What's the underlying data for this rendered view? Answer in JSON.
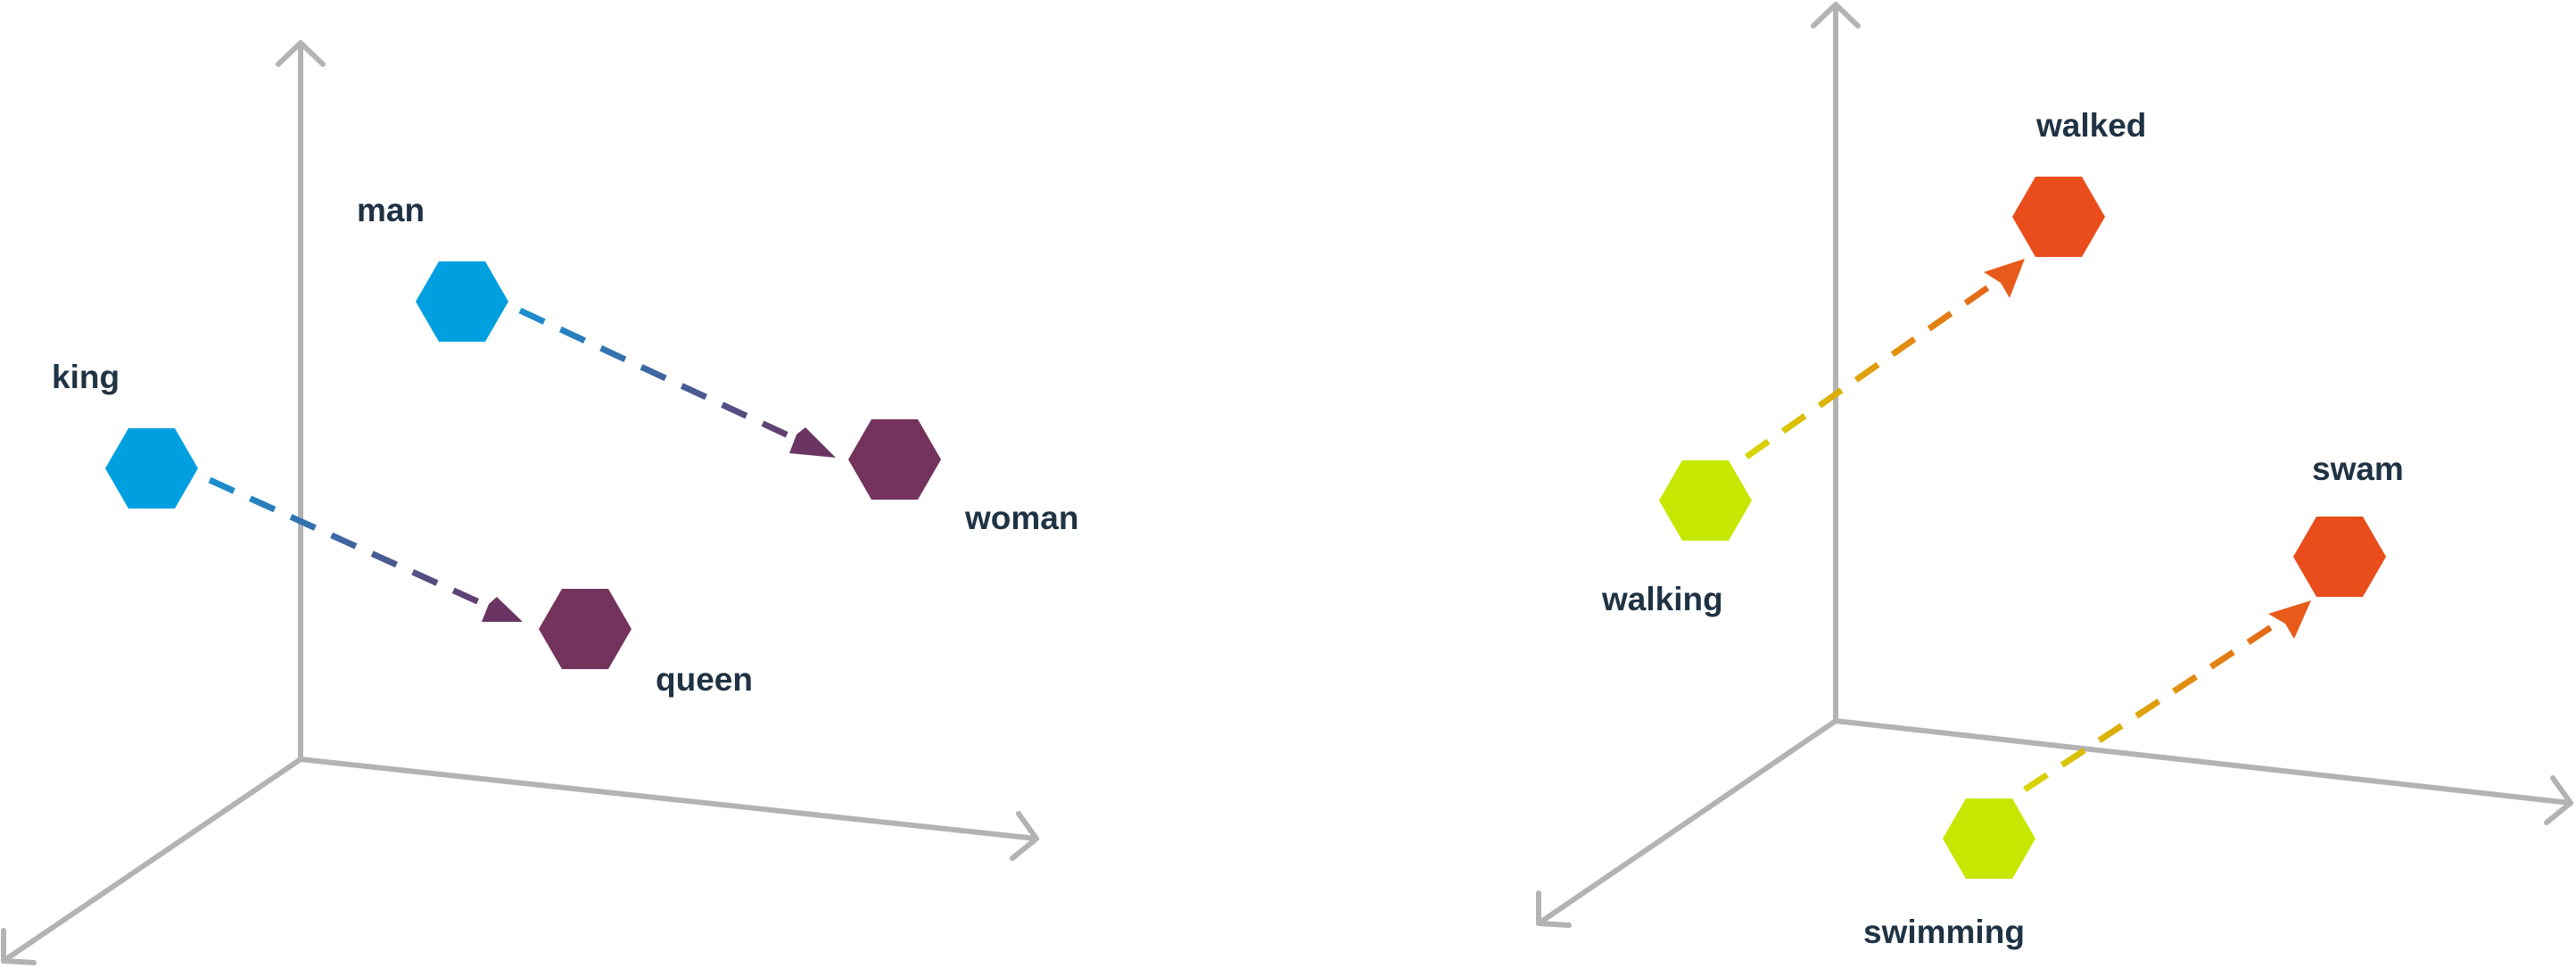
{
  "colors": {
    "axis": "#b3b3b3",
    "text": "#1f3344",
    "blue": "#00a0e0",
    "purple": "#74335c",
    "lime": "#c6e700",
    "orange": "#e84d1b"
  },
  "panels": [
    {
      "id": "gender",
      "pairs": [
        {
          "from": {
            "label": "king",
            "color": "#00a0e0"
          },
          "to": {
            "label": "queen",
            "color": "#74335c"
          },
          "arrow_gradient": [
            "#1b8fd1",
            "#6a3563"
          ]
        },
        {
          "from": {
            "label": "man",
            "color": "#00a0e0"
          },
          "to": {
            "label": "woman",
            "color": "#74335c"
          },
          "arrow_gradient": [
            "#1b8fd1",
            "#6a3563"
          ]
        }
      ]
    },
    {
      "id": "tense",
      "pairs": [
        {
          "from": {
            "label": "walking",
            "color": "#c6e700"
          },
          "to": {
            "label": "walked",
            "color": "#e84d1b"
          },
          "arrow_gradient": [
            "#d7d700",
            "#e75a1a"
          ]
        },
        {
          "from": {
            "label": "swimming",
            "color": "#c6e700"
          },
          "to": {
            "label": "swam",
            "color": "#e84d1b"
          },
          "arrow_gradient": [
            "#d7d700",
            "#e75a1a"
          ]
        }
      ]
    }
  ]
}
